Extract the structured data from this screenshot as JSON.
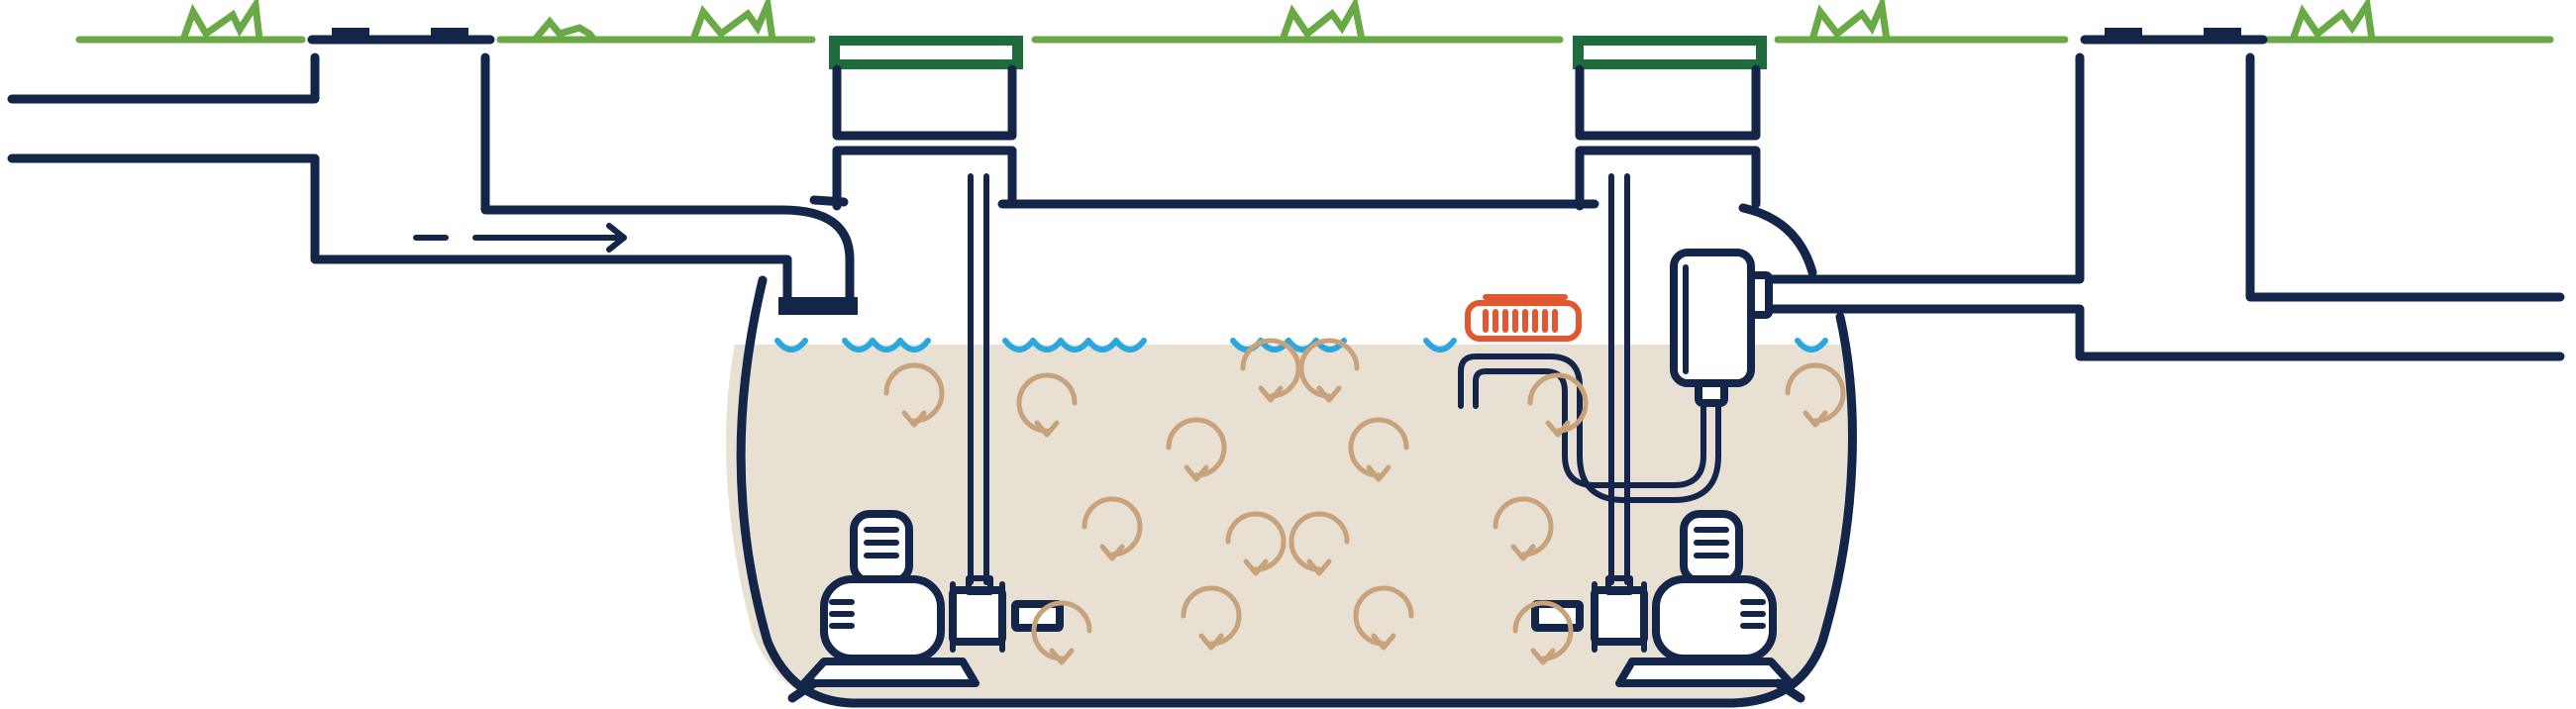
{
  "colors": {
    "outline": "#13264a",
    "grass": "#6aaa46",
    "lid": "#1e6b3c",
    "water": "#2aa7df",
    "sludge": "#e8e0d3",
    "circulation_arrows": "#c8a27a",
    "float_switch": "#e4572e",
    "background": "#ffffff"
  },
  "components": {
    "ground_surface": "grass-line",
    "access_risers": [
      "inlet-side-riser",
      "outlet-side-riser"
    ],
    "riser_lids": [
      "inlet-riser-lid",
      "outlet-riser-lid"
    ],
    "inlet_pipe": "inlet-pipe-with-flow-arrow",
    "outlet_pipe": "outlet-pipe",
    "tank": "underground-tank",
    "water_surface": "wave-line",
    "aerators": [
      "left-aerator",
      "right-aerator"
    ],
    "sump_pump": "outlet-pump",
    "float_switch": "orange-float-switch",
    "circulation": "circular-flow-arrows"
  },
  "icons": [
    "grass-tuft-icon",
    "flow-arrow-icon",
    "circulation-arrow-icon",
    "wave-icon",
    "aerator-icon",
    "pump-icon",
    "float-switch-icon"
  ]
}
